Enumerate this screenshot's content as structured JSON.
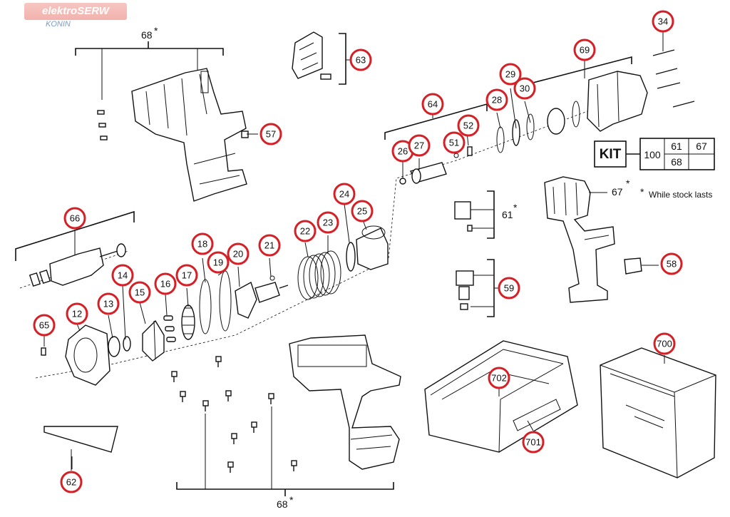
{
  "watermark": {
    "brand": "elektroSERW",
    "city": "KONIN"
  },
  "group_labels": {
    "top_left": "68",
    "bottom": "68",
    "asterisk": "*"
  },
  "kit_table": {
    "kit_label": "KIT",
    "qty": "100",
    "cells": [
      "61",
      "67",
      "68",
      ""
    ]
  },
  "notes": {
    "stock": "While stock lasts",
    "part_67": "67",
    "part_61": "61"
  },
  "callouts": [
    "34",
    "57",
    "63",
    "69",
    "29",
    "30",
    "28",
    "64",
    "52",
    "51",
    "26",
    "27",
    "66",
    "24",
    "25",
    "22",
    "23",
    "21",
    "18",
    "20",
    "19",
    "17",
    "16",
    "14",
    "15",
    "13",
    "12",
    "65",
    "59",
    "58",
    "702",
    "700",
    "701",
    "62"
  ],
  "colors": {
    "callout_ring": "#d42027",
    "lines": "#111111"
  }
}
